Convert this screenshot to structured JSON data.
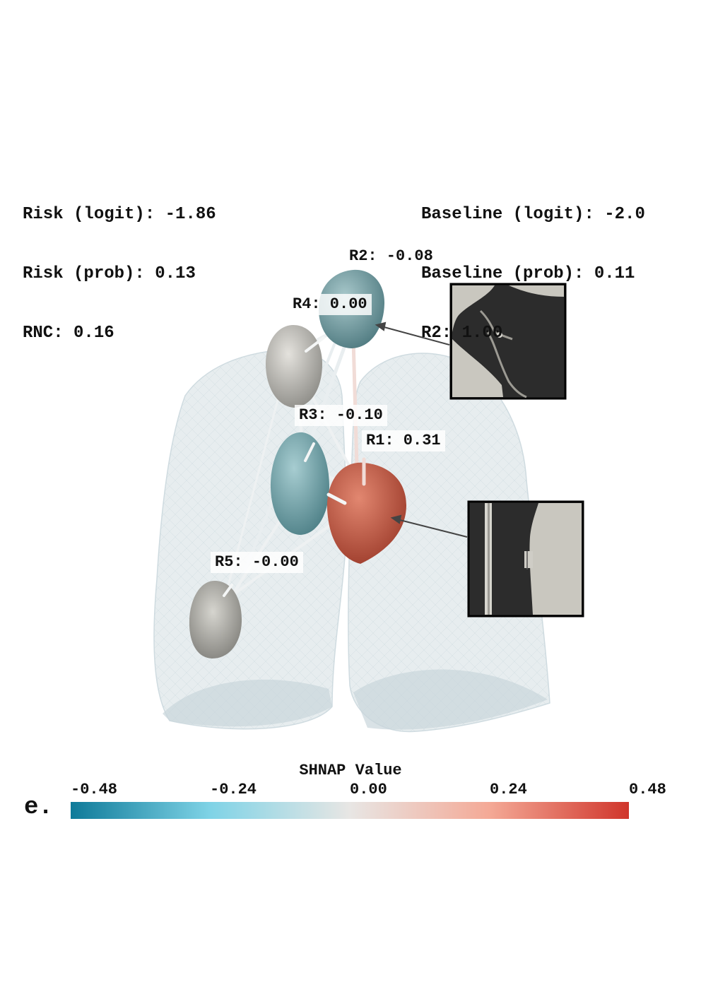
{
  "stats_left": {
    "risk_logit": "Risk (logit): -1.86",
    "risk_prob": "Risk (prob): 0.13",
    "rnc": "RNC: 0.16"
  },
  "stats_right": {
    "baseline_logit": "Baseline (logit): -2.0",
    "baseline_prob": "Baseline (prob): 0.11",
    "r2": "R2: 1.00"
  },
  "nodes": {
    "r1": {
      "label": "R1: 0.31",
      "value": 0.31
    },
    "r2": {
      "label": "R2: -0.08",
      "value": -0.08
    },
    "r3": {
      "label": "R3: -0.10",
      "value": -0.1
    },
    "r4": {
      "label": "R4: 0.00",
      "value": 0.0
    },
    "r5": {
      "label": "R5: -0.00",
      "value": -0.0
    }
  },
  "colorbar": {
    "title": "SHNAP Value",
    "ticks": [
      "-0.48",
      "-0.24",
      "0.00",
      "0.24",
      "0.48"
    ],
    "range": [
      -0.48,
      0.48
    ],
    "colors": [
      "#0e7a99",
      "#7fd3e6",
      "#e8e6e4",
      "#f4a996",
      "#d0352b"
    ]
  },
  "panel_letter": "e."
}
